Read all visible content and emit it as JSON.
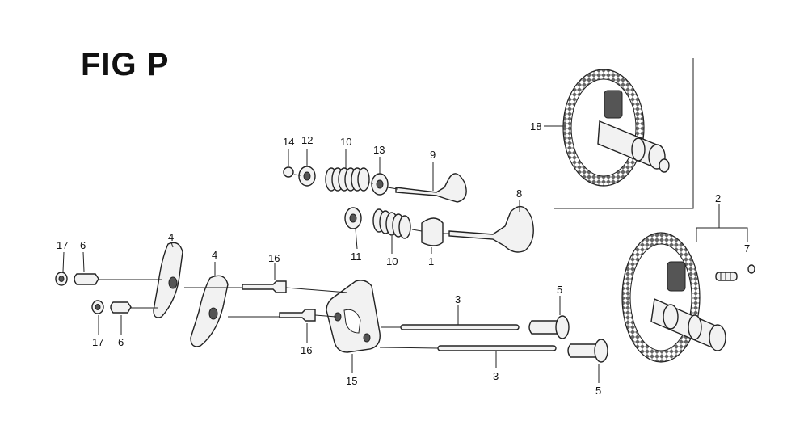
{
  "figure": {
    "title": "FIG P"
  },
  "callouts": {
    "c14": "14",
    "c12": "12",
    "c10a": "10",
    "c13": "13",
    "c9": "9",
    "c8": "8",
    "c11": "11",
    "c10b": "10",
    "c1": "1",
    "c18": "18",
    "c2": "2",
    "c7": "7",
    "c17a": "17",
    "c6a": "6",
    "c4a": "4",
    "c4b": "4",
    "c16a": "16",
    "c16b": "16",
    "c17b": "17",
    "c6b": "6",
    "c15": "15",
    "c3a": "3",
    "c3b": "3",
    "c5a": "5",
    "c5b": "5"
  }
}
